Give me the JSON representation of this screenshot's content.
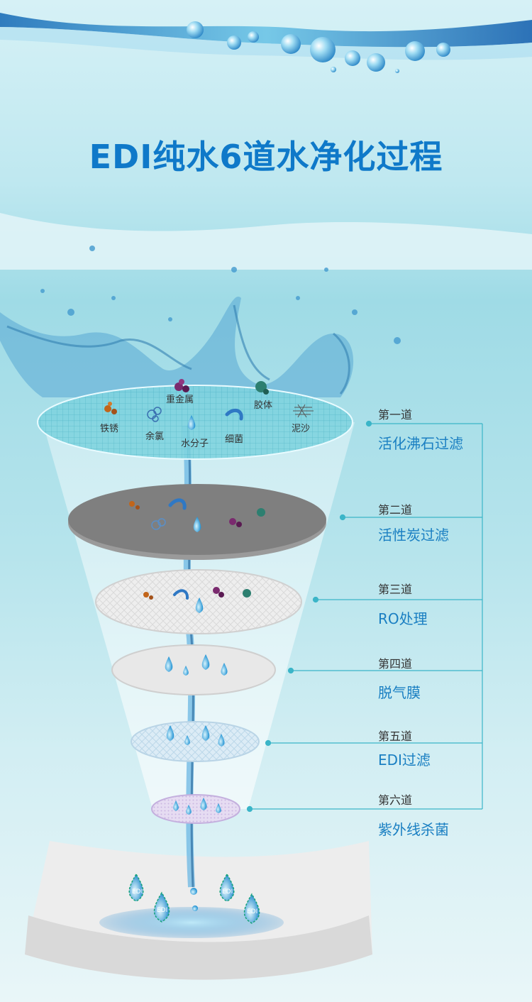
{
  "title": "EDI纯水6道水净化过程",
  "stages": [
    {
      "num": "第一道",
      "name": "活化沸石过滤"
    },
    {
      "num": "第二道",
      "name": "活性炭过滤"
    },
    {
      "num": "第三道",
      "name": "RO处理"
    },
    {
      "num": "第四道",
      "name": "脱气膜"
    },
    {
      "num": "第五道",
      "name": "EDI过滤"
    },
    {
      "num": "第六道",
      "name": "紫外线杀菌"
    }
  ],
  "contaminants": {
    "heavy_metal": "重金属",
    "colloid": "胶体",
    "rust": "铁锈",
    "residual_chlorine": "余氯",
    "water_molecule": "水分子",
    "bacteria": "细菌",
    "sediment": "泥沙"
  },
  "drop_label": "EDI",
  "colors": {
    "title": "#0f79c9",
    "stage_name": "#1a7fc2",
    "connector": "#3bb5c8",
    "background_top": "#d6f1f6"
  }
}
